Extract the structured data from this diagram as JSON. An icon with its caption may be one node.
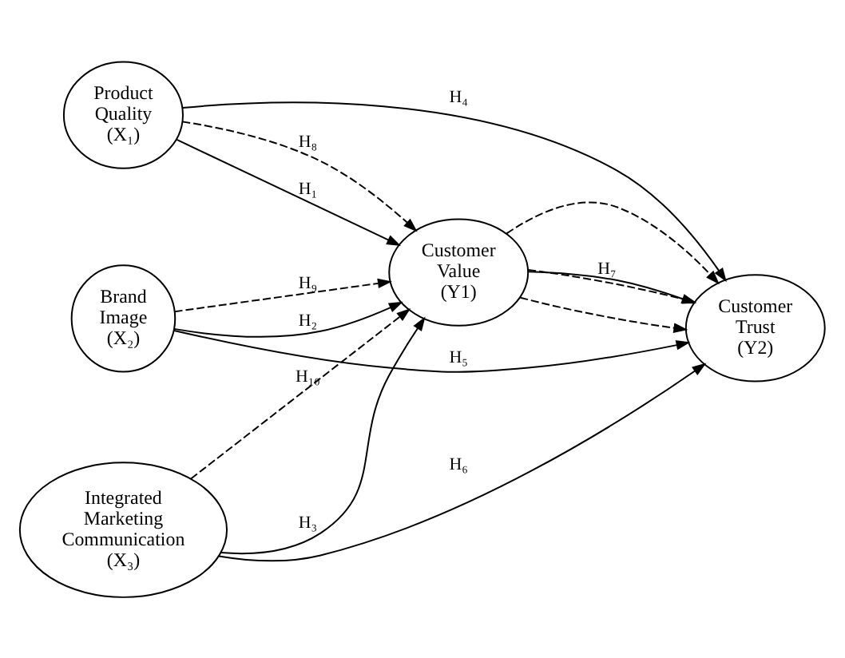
{
  "diagram": {
    "nodes": [
      {
        "text": [
          "Product Quality (X₁)"
        ]
      },
      {
        "text": [
          "Customer Value (Y1)"
        ]
      },
      {
        "text": [
          "Customer Trust (Y2)"
        ]
      },
      {
        "text": [
          "Brand Image (X₂)"
        ]
      },
      {
        "text": [
          "Integrated Marketing Communication (X₃)"
        ]
      }
    ],
    "edges": [
      {
        "from": 0,
        "to": 2,
        "arrow": "to",
        "label": "H₄"
      },
      {
        "from": 0,
        "to": 1,
        "arrow": "to",
        "style": "dashed",
        "label": "H₈"
      },
      {
        "from": 0,
        "to": 1,
        "arrow": "to",
        "label": "H₁"
      },
      {
        "from": 1,
        "to": 2,
        "arrow": "to",
        "style": "dashed"
      },
      {
        "from": 1,
        "to": 2,
        "arrow": "to",
        "label": "H₇"
      },
      {
        "from": 1,
        "to": 2,
        "arrow": "to",
        "style": "dashed"
      },
      {
        "from": 1,
        "to": 2,
        "arrow": "to",
        "style": "dashed"
      },
      {
        "from": 3,
        "to": 1,
        "arrow": "to",
        "label": "H₂"
      },
      {
        "from": 3,
        "to": 1,
        "arrow": "to",
        "style": "dashed",
        "label": "H₉"
      },
      {
        "from": 3,
        "to": 2,
        "arrow": "to",
        "label": "H₅"
      },
      {
        "from": 4,
        "to": 1,
        "arrow": "to",
        "label": "H₃"
      },
      {
        "from": 4,
        "to": 1,
        "arrow": "to",
        "style": "dashed",
        "label": "H₁₀"
      },
      {
        "from": 4,
        "to": 2,
        "arrow": "to",
        "label": "H₆"
      }
    ]
  }
}
